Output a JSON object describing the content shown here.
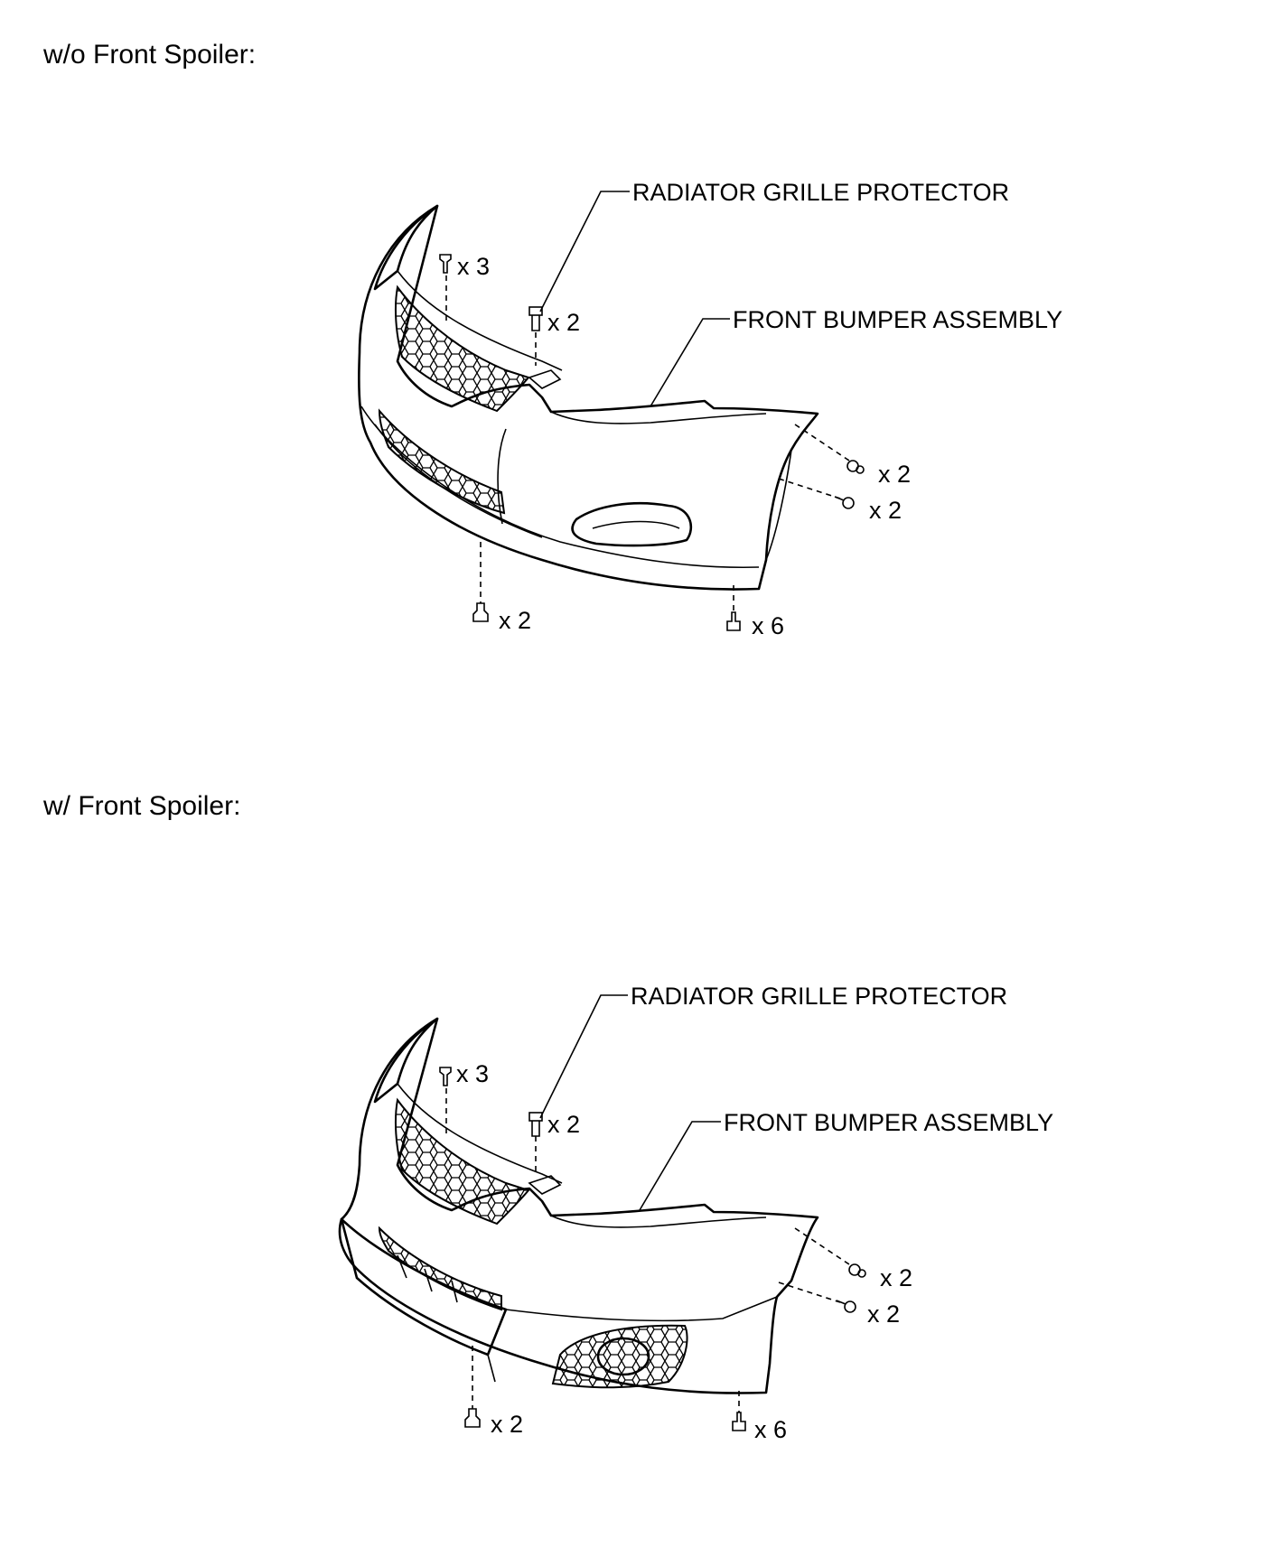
{
  "sections": [
    {
      "title": "w/o Front Spoiler:",
      "labels": {
        "radiator_grille_protector": "RADIATOR GRILLE PROTECTOR",
        "front_bumper_assembly": "FRONT BUMPER ASSEMBLY"
      },
      "fasteners": {
        "clip_top_left": "x 3",
        "screw_grille": "x 2",
        "clip_right_upper": "x 2",
        "screw_right_lower": "x 2",
        "clip_bottom_left": "x 2",
        "bolt_bottom_right": "x 6"
      }
    },
    {
      "title": "w/ Front Spoiler:",
      "labels": {
        "radiator_grille_protector": "RADIATOR GRILLE PROTECTOR",
        "front_bumper_assembly": "FRONT BUMPER ASSEMBLY"
      },
      "fasteners": {
        "clip_top_left": "x 3",
        "screw_grille": "x 2",
        "clip_right_upper": "x 2",
        "screw_right_lower": "x 2",
        "clip_bottom_left": "x 2",
        "bolt_bottom_right": "x 6"
      }
    }
  ]
}
